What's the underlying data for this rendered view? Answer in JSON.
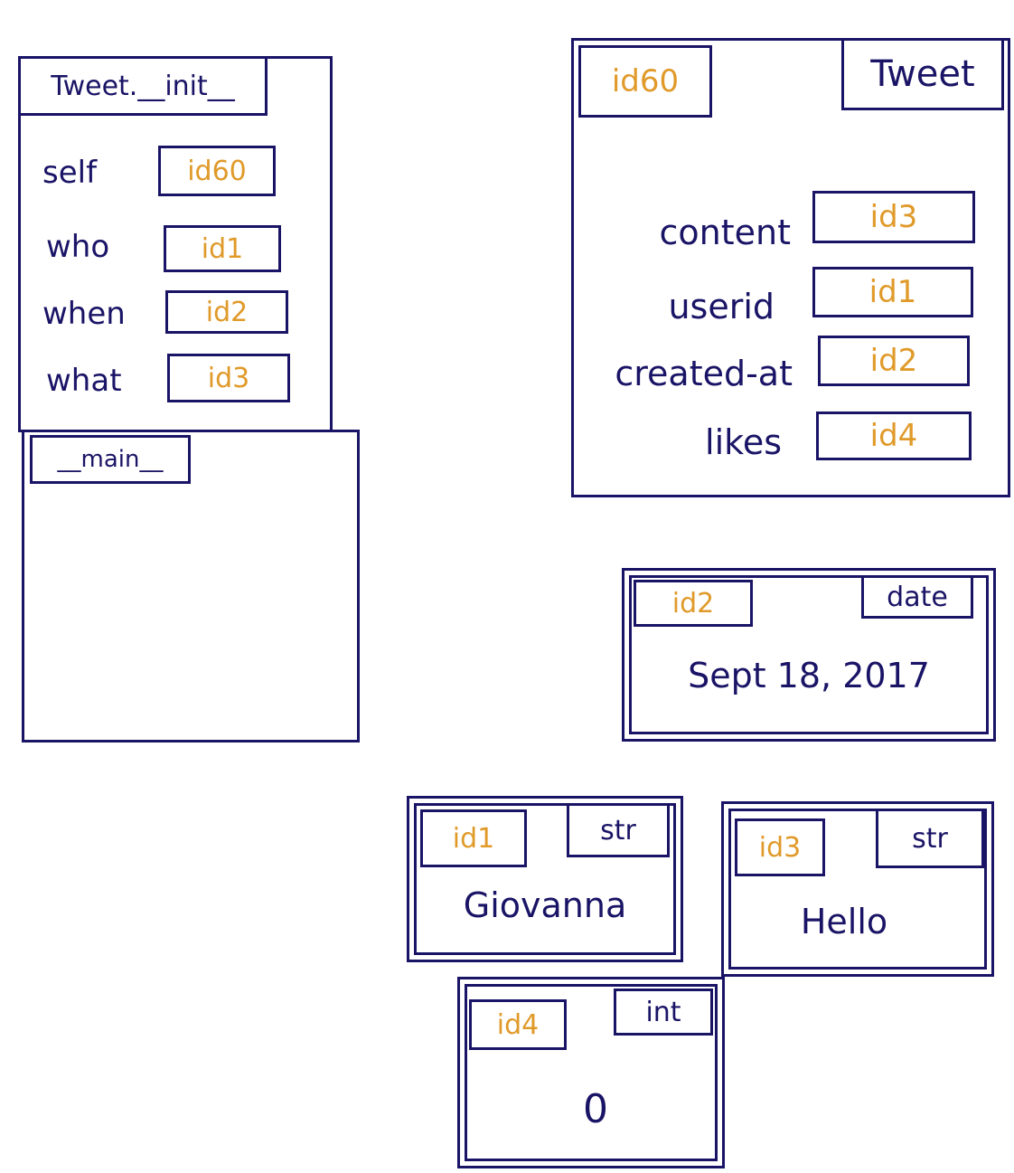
{
  "colors": {
    "ink": "#1a1466",
    "id": "#e09a2a"
  },
  "call_stack": {
    "frames": [
      {
        "name": "Tweet.__init__",
        "variables": [
          {
            "name": "self",
            "ref": "id60"
          },
          {
            "name": "who",
            "ref": "id1"
          },
          {
            "name": "when",
            "ref": "id2"
          },
          {
            "name": "what",
            "ref": "id3"
          }
        ]
      },
      {
        "name": "__main__",
        "variables": []
      }
    ]
  },
  "objects": {
    "tweet": {
      "id": "id60",
      "type": "Tweet",
      "attributes": [
        {
          "name": "content",
          "ref": "id3"
        },
        {
          "name": "userid",
          "ref": "id1"
        },
        {
          "name": "created_at",
          "label": "created-at",
          "ref": "id2"
        },
        {
          "name": "likes",
          "ref": "id4"
        }
      ]
    },
    "date": {
      "id": "id2",
      "type": "date",
      "value": "Sept 18, 2017"
    },
    "str_user": {
      "id": "id1",
      "type": "str",
      "value": "Giovanna"
    },
    "str_content": {
      "id": "id3",
      "type": "str",
      "value": "Hello"
    },
    "int_likes": {
      "id": "id4",
      "type": "int",
      "value": "0"
    }
  }
}
